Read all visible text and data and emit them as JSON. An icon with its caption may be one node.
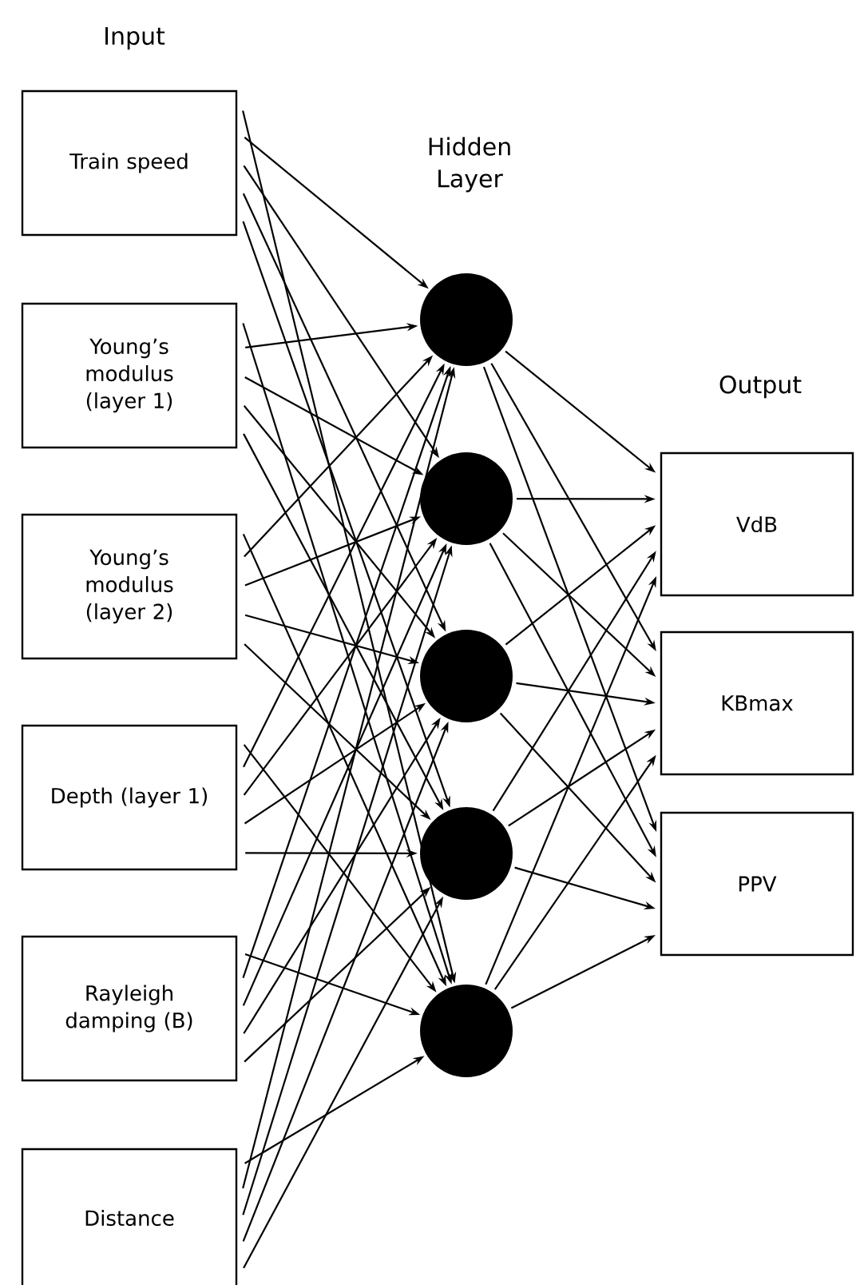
{
  "diagram": {
    "nodes": [
      {
        "text": [
          "Train speed"
        ]
      },
      {
        "text": [
          "Young’s modulus (layer 1)"
        ]
      },
      {
        "text": [
          "Young’s modulus (layer 2)"
        ]
      },
      {
        "text": [
          "Depth (layer 1)"
        ]
      },
      {
        "text": [
          "Rayleigh damping (B)"
        ]
      },
      {
        "text": [
          "Distance"
        ]
      },
      {
        "text": [],
        "shape": "circle"
      },
      {
        "text": [],
        "shape": "circle"
      },
      {
        "text": [],
        "shape": "circle"
      },
      {
        "text": [],
        "shape": "circle"
      },
      {
        "text": [],
        "shape": "circle"
      },
      {
        "text": [
          "VdB"
        ]
      },
      {
        "text": [
          "KBmax"
        ]
      },
      {
        "text": [
          "PPV"
        ]
      }
    ],
    "edges": [
      {
        "from": 0,
        "to": 6,
        "arrow": "to"
      },
      {
        "from": 0,
        "to": 7,
        "arrow": "to"
      },
      {
        "from": 0,
        "to": 8,
        "arrow": "to"
      },
      {
        "from": 0,
        "to": 9,
        "arrow": "to"
      },
      {
        "from": 0,
        "to": 10,
        "arrow": "to"
      },
      {
        "from": 1,
        "to": 6,
        "arrow": "to"
      },
      {
        "from": 1,
        "to": 7,
        "arrow": "to"
      },
      {
        "from": 1,
        "to": 8,
        "arrow": "to"
      },
      {
        "from": 1,
        "to": 9,
        "arrow": "to"
      },
      {
        "from": 1,
        "to": 10,
        "arrow": "to"
      },
      {
        "from": 2,
        "to": 6,
        "arrow": "to"
      },
      {
        "from": 2,
        "to": 7,
        "arrow": "to"
      },
      {
        "from": 2,
        "to": 8,
        "arrow": "to"
      },
      {
        "from": 2,
        "to": 9,
        "arrow": "to"
      },
      {
        "from": 2,
        "to": 10,
        "arrow": "to"
      },
      {
        "from": 3,
        "to": 6,
        "arrow": "to"
      },
      {
        "from": 3,
        "to": 7,
        "arrow": "to"
      },
      {
        "from": 3,
        "to": 8,
        "arrow": "to"
      },
      {
        "from": 3,
        "to": 9,
        "arrow": "to"
      },
      {
        "from": 3,
        "to": 10,
        "arrow": "to"
      },
      {
        "from": 4,
        "to": 6,
        "arrow": "to"
      },
      {
        "from": 4,
        "to": 7,
        "arrow": "to"
      },
      {
        "from": 4,
        "to": 8,
        "arrow": "to"
      },
      {
        "from": 4,
        "to": 9,
        "arrow": "to"
      },
      {
        "from": 4,
        "to": 10,
        "arrow": "to"
      },
      {
        "from": 5,
        "to": 6,
        "arrow": "to"
      },
      {
        "from": 5,
        "to": 7,
        "arrow": "to"
      },
      {
        "from": 5,
        "to": 8,
        "arrow": "to"
      },
      {
        "from": 5,
        "to": 9,
        "arrow": "to"
      },
      {
        "from": 5,
        "to": 10,
        "arrow": "to"
      },
      {
        "from": 6,
        "to": 11,
        "arrow": "to"
      },
      {
        "from": 6,
        "to": 12,
        "arrow": "to"
      },
      {
        "from": 6,
        "to": 13,
        "arrow": "to"
      },
      {
        "from": 7,
        "to": 11,
        "arrow": "to"
      },
      {
        "from": 7,
        "to": 12,
        "arrow": "to"
      },
      {
        "from": 7,
        "to": 13,
        "arrow": "to"
      },
      {
        "from": 8,
        "to": 11,
        "arrow": "to"
      },
      {
        "from": 8,
        "to": 12,
        "arrow": "to"
      },
      {
        "from": 8,
        "to": 13,
        "arrow": "to"
      },
      {
        "from": 9,
        "to": 11,
        "arrow": "to"
      },
      {
        "from": 9,
        "to": 12,
        "arrow": "to"
      },
      {
        "from": 9,
        "to": 13,
        "arrow": "to"
      },
      {
        "from": 10,
        "to": 11,
        "arrow": "to"
      },
      {
        "from": 10,
        "to": 12,
        "arrow": "to"
      },
      {
        "from": 10,
        "to": 13,
        "arrow": "to"
      }
    ],
    "labels": [
      "Input",
      "Hidden Layer",
      "Output"
    ]
  }
}
